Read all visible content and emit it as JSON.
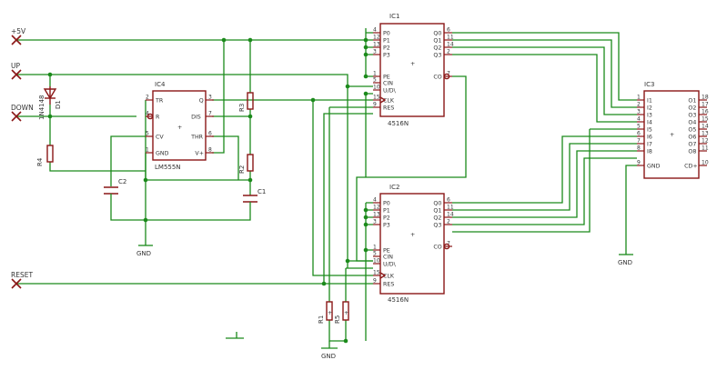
{
  "colors": {
    "wire": "#1b8a1b",
    "part": "#8a1616",
    "text": "#333333"
  },
  "nets": {
    "vcc": "+5V",
    "up": "UP",
    "down": "DOWN",
    "reset": "RESET"
  },
  "ic1": {
    "name": "IC1",
    "value": "4516N",
    "left_pins": [
      {
        "num": "4",
        "label": "P0"
      },
      {
        "num": "12",
        "label": "P1"
      },
      {
        "num": "13",
        "label": "P2"
      },
      {
        "num": "3",
        "label": "P3"
      },
      {
        "num": "1",
        "label": "PE"
      },
      {
        "num": "5",
        "label": "CIN"
      },
      {
        "num": "10",
        "label": "U/D\\"
      },
      {
        "num": "15",
        "label": "CLK"
      },
      {
        "num": "9",
        "label": "RES"
      }
    ],
    "right_pins": [
      {
        "num": "6",
        "label": "Q0"
      },
      {
        "num": "11",
        "label": "Q1"
      },
      {
        "num": "14",
        "label": "Q2"
      },
      {
        "num": "2",
        "label": "Q3"
      },
      {
        "num": "7",
        "label": "CO"
      }
    ]
  },
  "ic2": {
    "name": "IC2",
    "value": "4516N",
    "left_pins": [
      {
        "num": "4",
        "label": "P0"
      },
      {
        "num": "12",
        "label": "P1"
      },
      {
        "num": "13",
        "label": "P2"
      },
      {
        "num": "3",
        "label": "P3"
      },
      {
        "num": "1",
        "label": "PE"
      },
      {
        "num": "5",
        "label": "CIN"
      },
      {
        "num": "10",
        "label": "U/D\\"
      },
      {
        "num": "15",
        "label": "CLK"
      },
      {
        "num": "9",
        "label": "RES"
      }
    ],
    "right_pins": [
      {
        "num": "6",
        "label": "Q0"
      },
      {
        "num": "11",
        "label": "Q1"
      },
      {
        "num": "14",
        "label": "Q2"
      },
      {
        "num": "2",
        "label": "Q3"
      },
      {
        "num": "7",
        "label": "CO"
      }
    ]
  },
  "ic3": {
    "name": "IC3",
    "left_pins": [
      {
        "num": "1",
        "label": "I1"
      },
      {
        "num": "2",
        "label": "I2"
      },
      {
        "num": "3",
        "label": "I3"
      },
      {
        "num": "4",
        "label": "I4"
      },
      {
        "num": "5",
        "label": "I5"
      },
      {
        "num": "6",
        "label": "I6"
      },
      {
        "num": "7",
        "label": "I7"
      },
      {
        "num": "8",
        "label": "I8"
      },
      {
        "num": "9",
        "label": "GND"
      }
    ],
    "right_pins": [
      {
        "num": "18",
        "label": "O1"
      },
      {
        "num": "17",
        "label": "O2"
      },
      {
        "num": "16",
        "label": "O3"
      },
      {
        "num": "15",
        "label": "O4"
      },
      {
        "num": "14",
        "label": "O5"
      },
      {
        "num": "13",
        "label": "O6"
      },
      {
        "num": "12",
        "label": "O7"
      },
      {
        "num": "11",
        "label": "O8"
      },
      {
        "num": "10",
        "label": "CD+"
      }
    ]
  },
  "ic4": {
    "name": "IC4",
    "value": "LM555N",
    "left_pins": [
      {
        "num": "2",
        "label": "TR"
      },
      {
        "num": "4",
        "label": "R"
      },
      {
        "num": "5",
        "label": "CV"
      },
      {
        "num": "1",
        "label": "GND"
      }
    ],
    "right_pins": [
      {
        "num": "3",
        "label": "Q"
      },
      {
        "num": "7",
        "label": "DIS"
      },
      {
        "num": "6",
        "label": "THR"
      },
      {
        "num": "8",
        "label": "V+"
      }
    ]
  },
  "passives": {
    "d1_name": "D1",
    "d1_value": "1N4148",
    "r1": "R1",
    "r2": "R2",
    "r3": "R3",
    "r4": "R4",
    "r5": "R5",
    "c1": "C1",
    "c2": "C2"
  },
  "gnd_label": "GND",
  "plus_sign": "+"
}
